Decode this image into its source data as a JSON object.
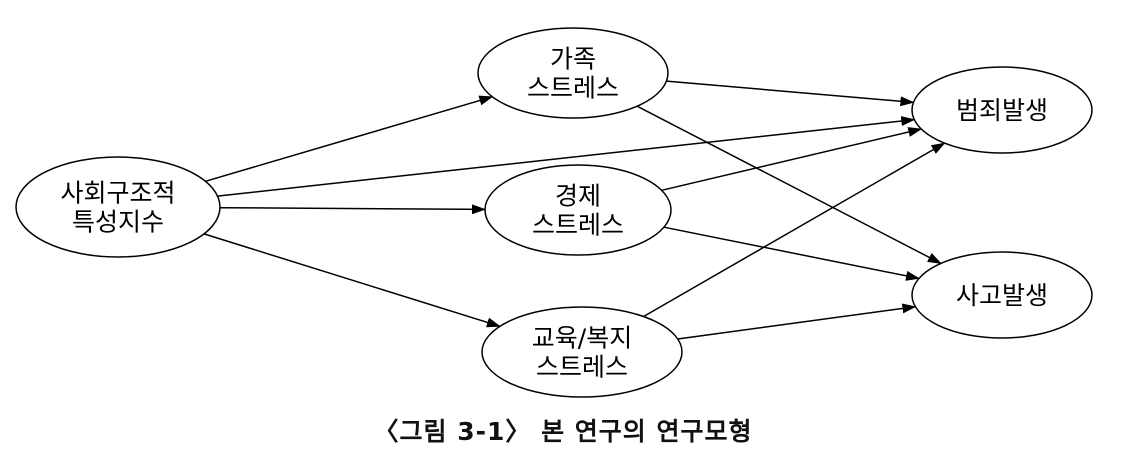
{
  "figure": {
    "caption": "〈그림 3-1〉 본 연구의 연구모형"
  },
  "diagram": {
    "stroke_color": "#000000",
    "node_fill": "#ffffff",
    "nodes": [
      {
        "id": "social",
        "lines": [
          "사회구조적",
          "특성지수"
        ]
      },
      {
        "id": "family",
        "lines": [
          "가족",
          "스트레스"
        ]
      },
      {
        "id": "economy",
        "lines": [
          "경제",
          "스트레스"
        ]
      },
      {
        "id": "eduwelfare",
        "lines": [
          "교육/복지",
          "스트레스"
        ]
      },
      {
        "id": "crime",
        "lines": [
          "범죄발생"
        ]
      },
      {
        "id": "accident",
        "lines": [
          "사고발생"
        ]
      }
    ],
    "edges": [
      {
        "from": "social",
        "to": "family"
      },
      {
        "from": "social",
        "to": "economy"
      },
      {
        "from": "social",
        "to": "eduwelfare"
      },
      {
        "from": "social",
        "to": "crime"
      },
      {
        "from": "family",
        "to": "crime"
      },
      {
        "from": "family",
        "to": "accident"
      },
      {
        "from": "economy",
        "to": "crime"
      },
      {
        "from": "economy",
        "to": "accident"
      },
      {
        "from": "eduwelfare",
        "to": "crime"
      },
      {
        "from": "eduwelfare",
        "to": "accident"
      }
    ]
  }
}
